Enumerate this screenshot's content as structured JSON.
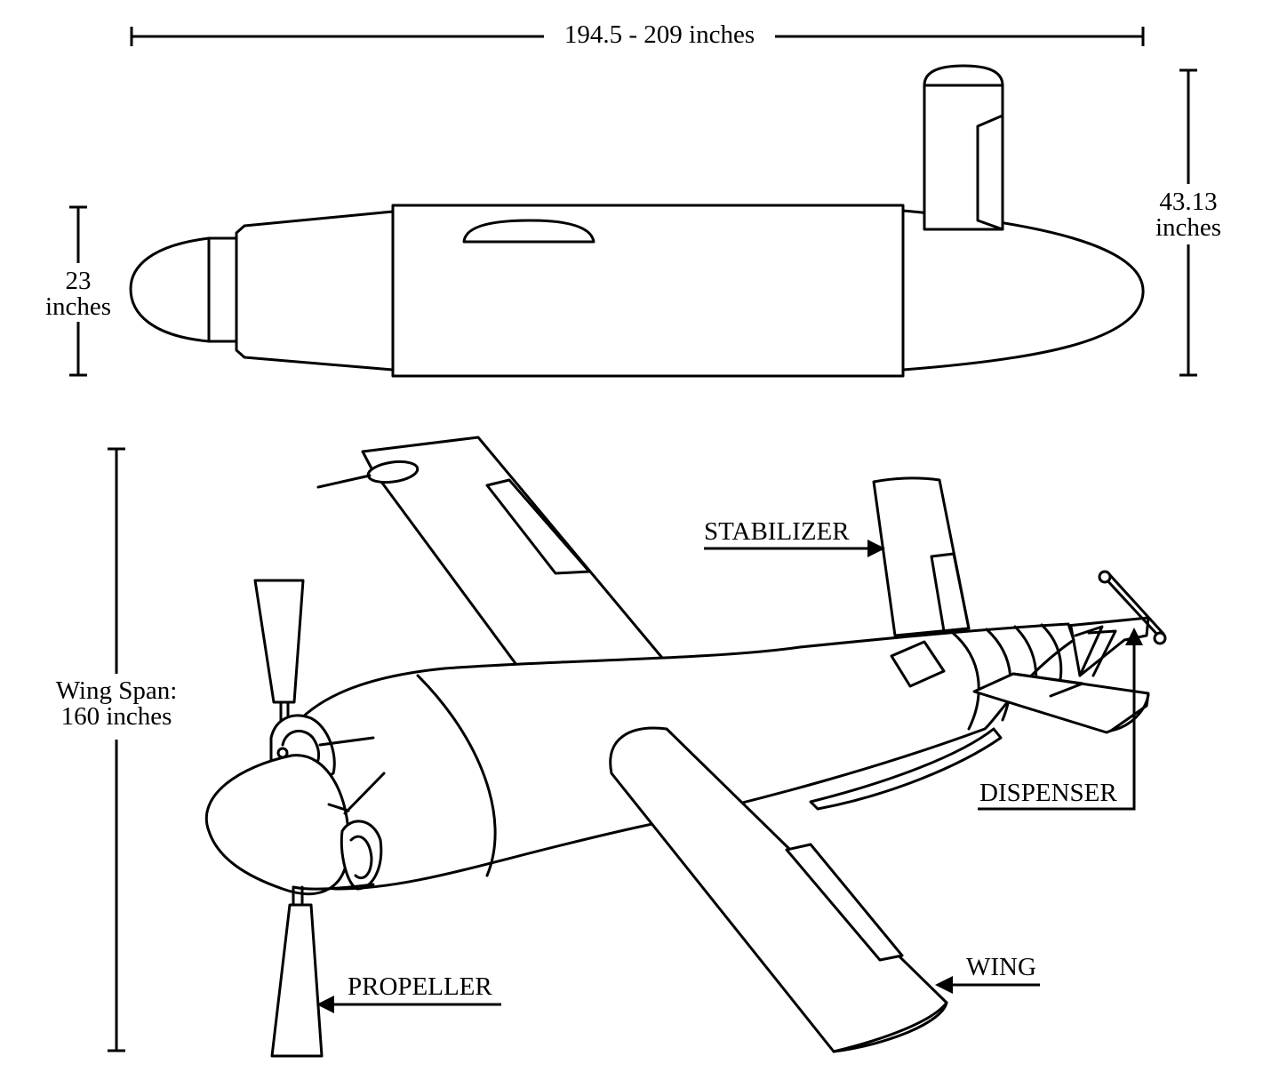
{
  "dimensions": {
    "length": "194.5 - 209 inches",
    "diameter_value": "23",
    "diameter_unit": "inches",
    "height_value": "43.13",
    "height_unit": "inches",
    "wingspan_line1": "Wing Span:",
    "wingspan_line2": "160 inches"
  },
  "callouts": {
    "stabilizer": "STABILIZER",
    "dispenser": "DISPENSER",
    "wing": "WING",
    "propeller": "PROPELLER"
  }
}
